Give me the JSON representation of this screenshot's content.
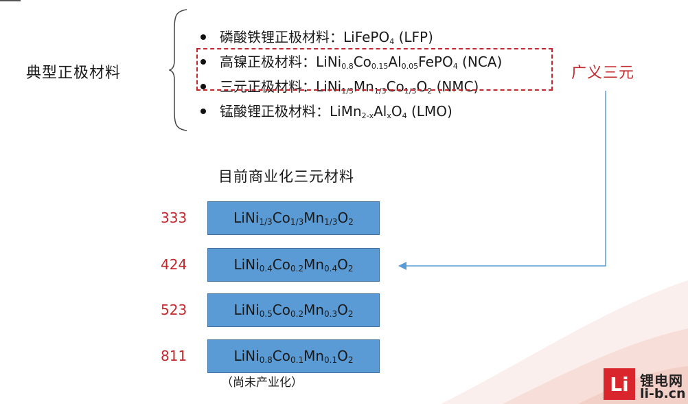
{
  "typical_label": "典型正极材料",
  "materials": [
    {
      "name": "磷酸铁锂正极材料：",
      "formula": [
        [
          "LiFePO",
          ""
        ],
        [
          "4",
          "sub"
        ],
        [
          " (LFP)",
          ""
        ]
      ]
    },
    {
      "name": "高镍正极材料：",
      "formula": [
        [
          "LiNi",
          ""
        ],
        [
          "0.8",
          "sub"
        ],
        [
          "Co",
          ""
        ],
        [
          "0.15",
          "sub"
        ],
        [
          "Al",
          ""
        ],
        [
          "0.05",
          "sub"
        ],
        [
          "FePO",
          ""
        ],
        [
          "4",
          "sub"
        ],
        [
          " (NCA)",
          ""
        ]
      ]
    },
    {
      "name": "三元正极材料：",
      "formula": [
        [
          "LiNi",
          ""
        ],
        [
          "1/3",
          "sub"
        ],
        [
          "Mn",
          ""
        ],
        [
          "1/3",
          "sub"
        ],
        [
          "Co",
          ""
        ],
        [
          "1/3",
          "sub"
        ],
        [
          "O",
          ""
        ],
        [
          "2",
          "sub"
        ],
        [
          " (NMC)",
          ""
        ]
      ]
    },
    {
      "name": "锰酸锂正极材料：",
      "formula": [
        [
          "LiMn",
          ""
        ],
        [
          "2-x",
          "sub"
        ],
        [
          "Al",
          ""
        ],
        [
          "x",
          "sub"
        ],
        [
          "O",
          ""
        ],
        [
          "4",
          "sub"
        ],
        [
          " (LMO)",
          ""
        ]
      ]
    }
  ],
  "broad_label": "广义三元",
  "current_title": "目前商业化三元材料",
  "commercial": [
    {
      "code": "333",
      "formula": [
        [
          "LiNi",
          ""
        ],
        [
          "1/3",
          "sub"
        ],
        [
          "Co",
          ""
        ],
        [
          "1/3",
          "sub"
        ],
        [
          "Mn",
          ""
        ],
        [
          "1/3",
          "sub"
        ],
        [
          "O",
          ""
        ],
        [
          "2",
          "sub"
        ]
      ]
    },
    {
      "code": "424",
      "formula": [
        [
          "LiNi",
          ""
        ],
        [
          "0.4",
          "sub"
        ],
        [
          "Co",
          ""
        ],
        [
          "0.2",
          "sub"
        ],
        [
          "Mn",
          ""
        ],
        [
          "0.4",
          "sub"
        ],
        [
          "O",
          ""
        ],
        [
          "2",
          "sub"
        ]
      ]
    },
    {
      "code": "523",
      "formula": [
        [
          "LiNi",
          ""
        ],
        [
          "0.5",
          "sub"
        ],
        [
          "Co",
          ""
        ],
        [
          "0.2",
          "sub"
        ],
        [
          "Mn",
          ""
        ],
        [
          "0.3",
          "sub"
        ],
        [
          "O",
          ""
        ],
        [
          "2",
          "sub"
        ]
      ]
    },
    {
      "code": "811",
      "formula": [
        [
          "LiNi",
          ""
        ],
        [
          "0.8",
          "sub"
        ],
        [
          "Co",
          ""
        ],
        [
          "0.1",
          "sub"
        ],
        [
          "Mn",
          ""
        ],
        [
          "0.1",
          "sub"
        ],
        [
          "O",
          ""
        ],
        [
          "2",
          "sub"
        ]
      ]
    }
  ],
  "note": "（尚未产业化）",
  "logo": {
    "mark": "Li",
    "name": "锂电网",
    "url": "li-b.cn"
  },
  "colors": {
    "accent_red": "#c0282d",
    "box_blue": "#5b9bd5",
    "arrow_blue": "#5b9bd5"
  }
}
